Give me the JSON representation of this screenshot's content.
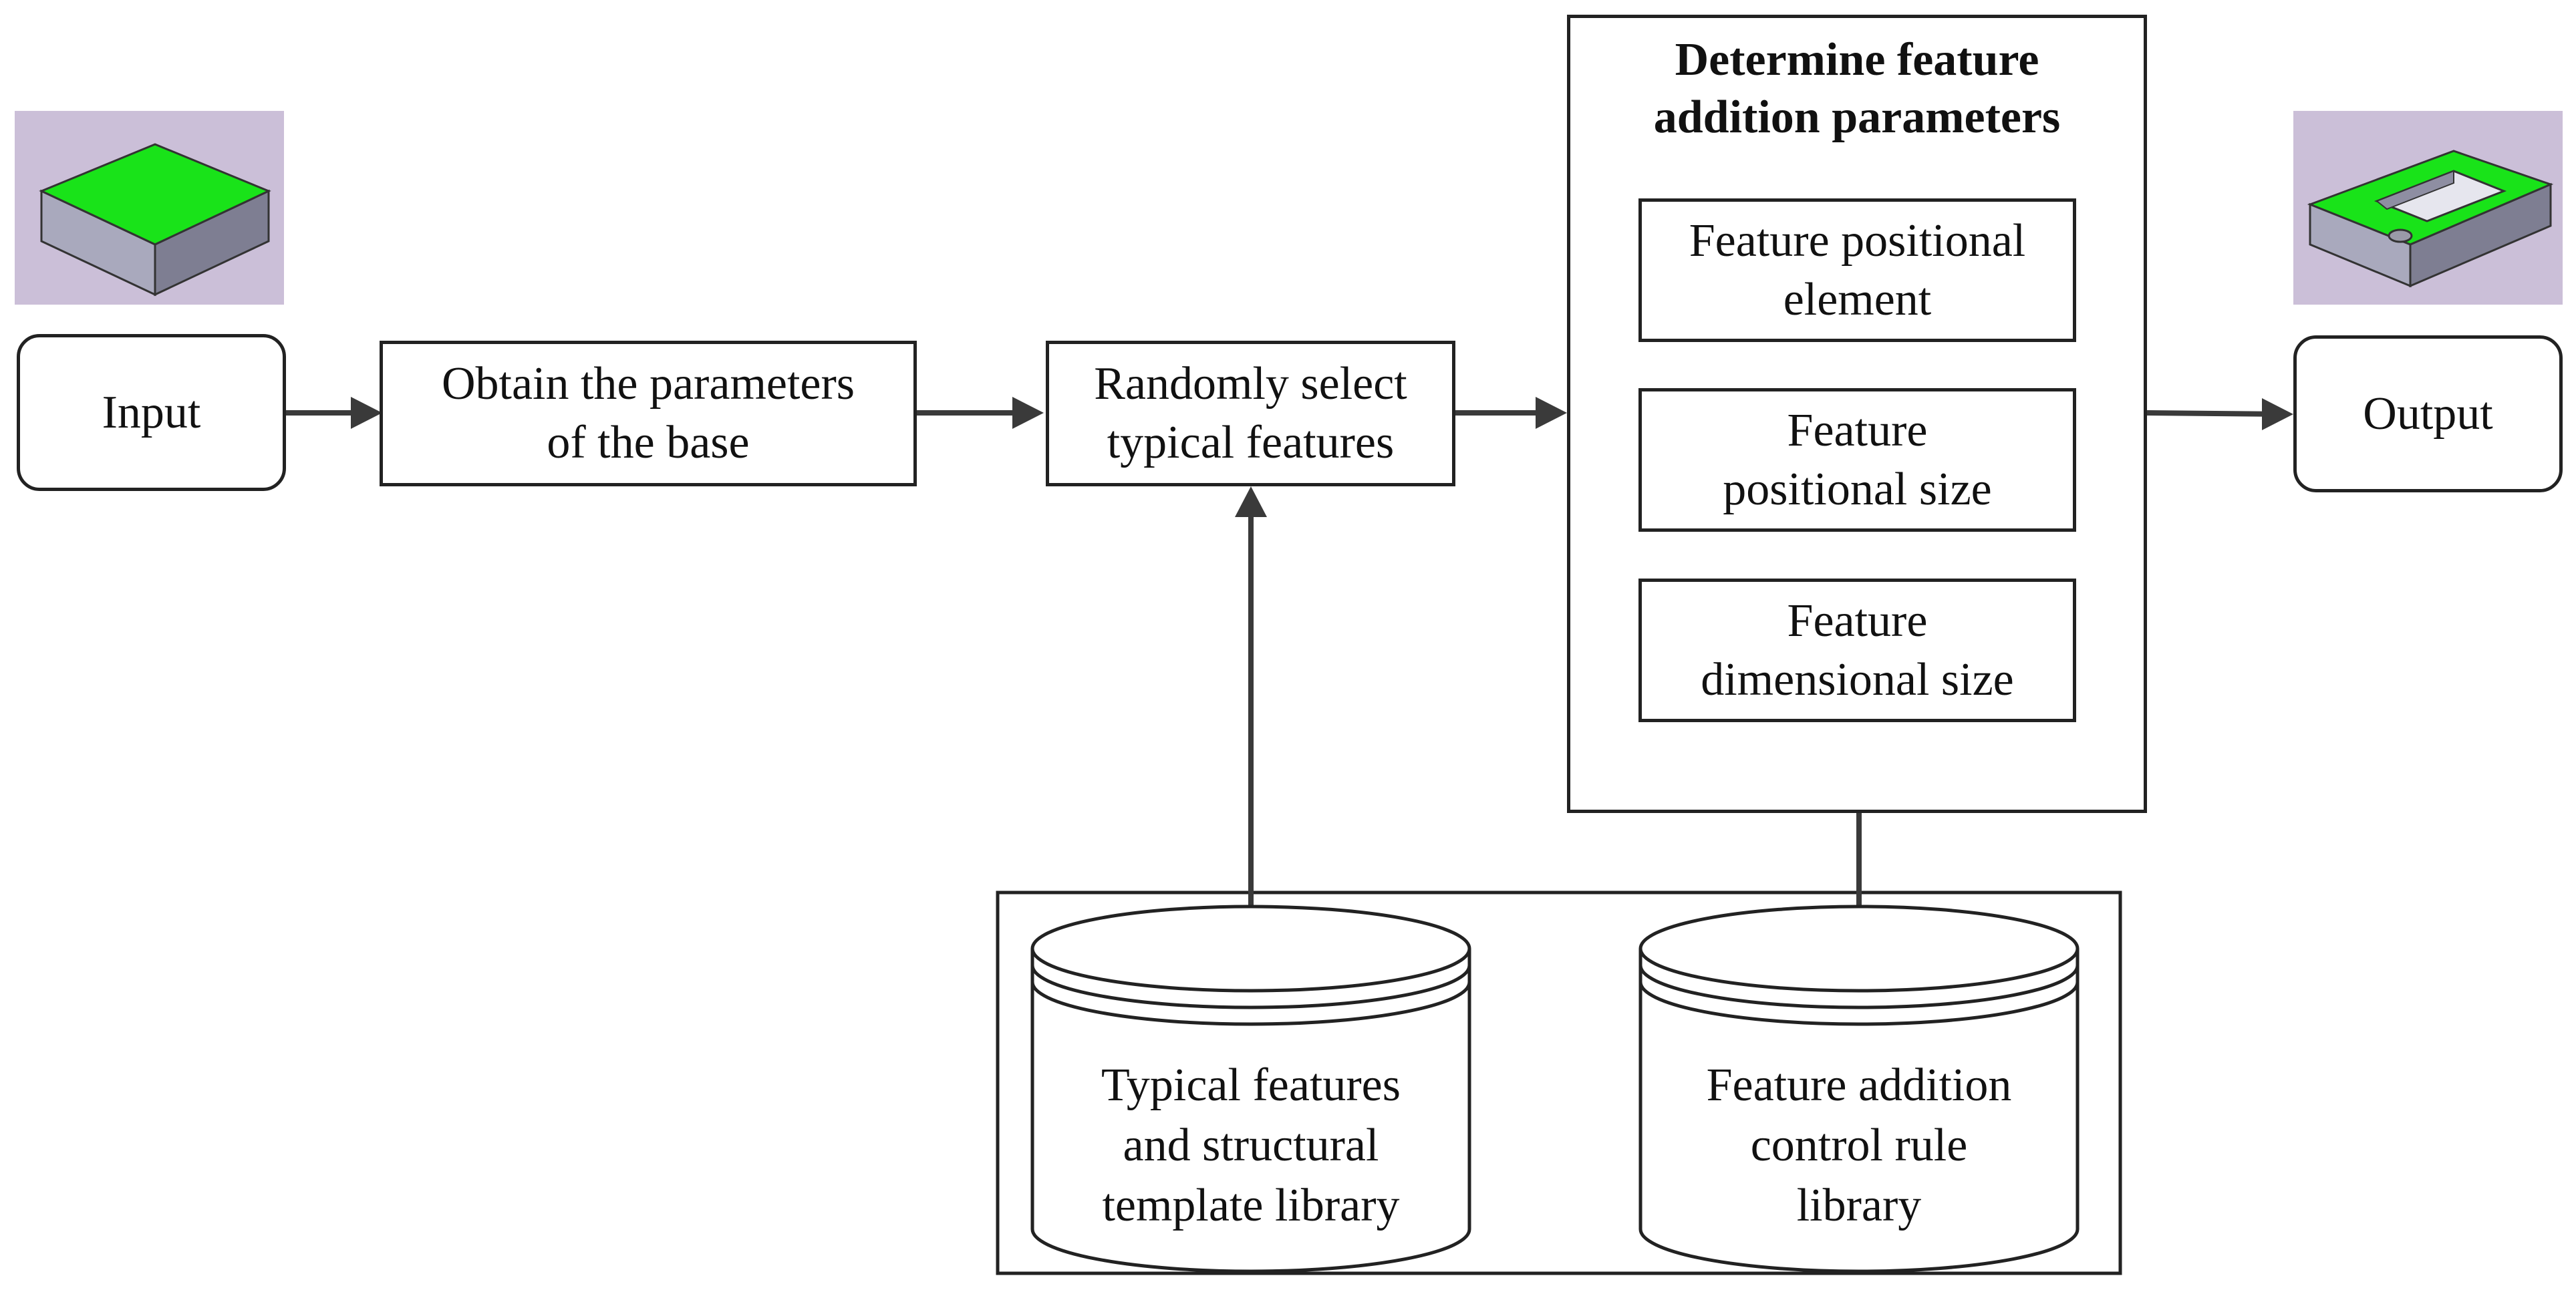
{
  "input": {
    "label": "Input"
  },
  "output": {
    "label": "Output"
  },
  "obtain": {
    "lines": [
      "Obtain the parameters",
      "of the base"
    ]
  },
  "select": {
    "lines": [
      "Randomly select",
      "typical features"
    ]
  },
  "determine": {
    "title_lines": [
      "Determine feature",
      "addition parameters"
    ],
    "items": [
      {
        "lines": [
          "Feature positional",
          "element"
        ]
      },
      {
        "lines": [
          "Feature",
          "positional size"
        ]
      },
      {
        "lines": [
          "Feature",
          "dimensional size"
        ]
      }
    ]
  },
  "libraries": [
    {
      "lines": [
        "Typical features",
        "and structural",
        "template library"
      ]
    },
    {
      "lines": [
        "Feature addition",
        "control rule",
        "library"
      ]
    }
  ],
  "colors": {
    "line": "#222222",
    "arrow": "#3a3a3a",
    "thumb_bg": "#cbbfd8",
    "face_green": "#19e319",
    "side_gray": "#9a9aa8"
  }
}
